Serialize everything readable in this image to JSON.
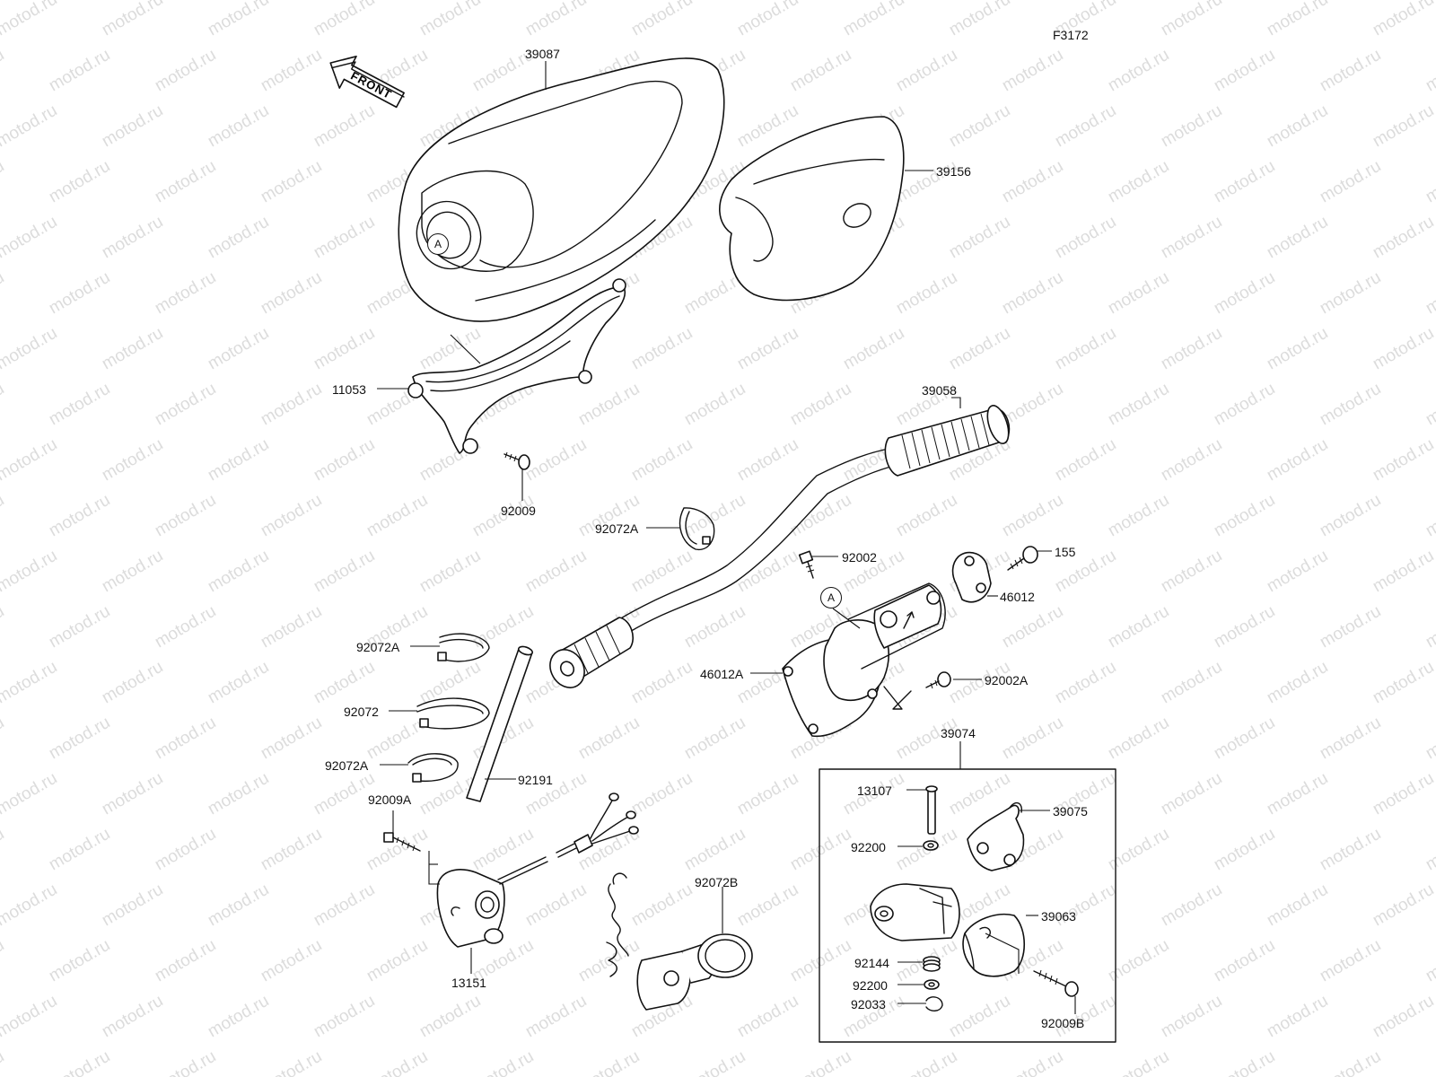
{
  "figure_code": "F3172",
  "watermark_text": "motod.ru",
  "front_arrow_label": "FRONT",
  "reference_marker": "A",
  "parts": {
    "p39087": "39087",
    "p39156": "39156",
    "p11053": "11053",
    "p92009": "92009",
    "p39058": "39058",
    "p92072A_top": "92072A",
    "p92002": "92002",
    "p155": "155",
    "p46012": "46012",
    "p46012A": "46012A",
    "p92002A": "92002A",
    "p92072A_mid": "92072A",
    "p92072": "92072",
    "p92072A_low": "92072A",
    "p92191": "92191",
    "p92009A": "92009A",
    "p13151": "13151",
    "p92072B": "92072B",
    "p39074": "39074",
    "p13107": "13107",
    "p39075": "39075",
    "p92200_top": "92200",
    "p39063": "39063",
    "p92144": "92144",
    "p92200_low": "92200",
    "p92033": "92033",
    "p92009B": "92009B"
  }
}
